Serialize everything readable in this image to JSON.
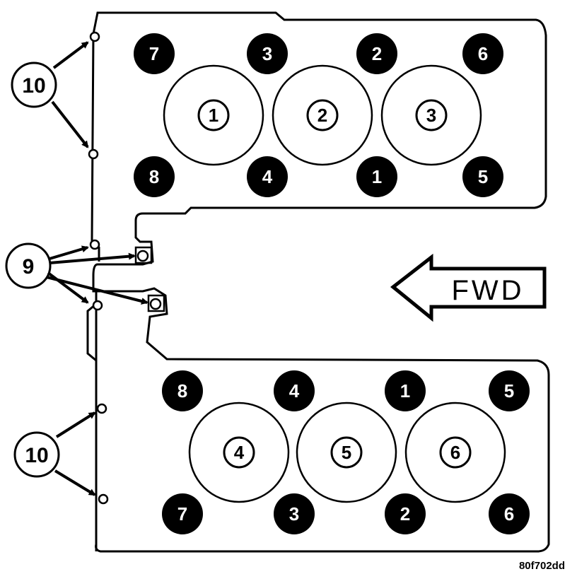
{
  "upper_head": {
    "cylinders": [
      {
        "label": "1"
      },
      {
        "label": "2"
      },
      {
        "label": "3"
      }
    ],
    "bolts_top": [
      "7",
      "3",
      "2",
      "6"
    ],
    "bolts_bottom": [
      "8",
      "4",
      "1",
      "5"
    ]
  },
  "lower_head": {
    "cylinders": [
      {
        "label": "4"
      },
      {
        "label": "5"
      },
      {
        "label": "6"
      }
    ],
    "bolts_top": [
      "8",
      "4",
      "1",
      "5"
    ],
    "bolts_bottom": [
      "7",
      "3",
      "2",
      "6"
    ]
  },
  "callouts": {
    "upper_10": "10",
    "middle_9": "9",
    "lower_10": "10"
  },
  "direction_label": "FWD",
  "figure_ref": "80f702dd"
}
